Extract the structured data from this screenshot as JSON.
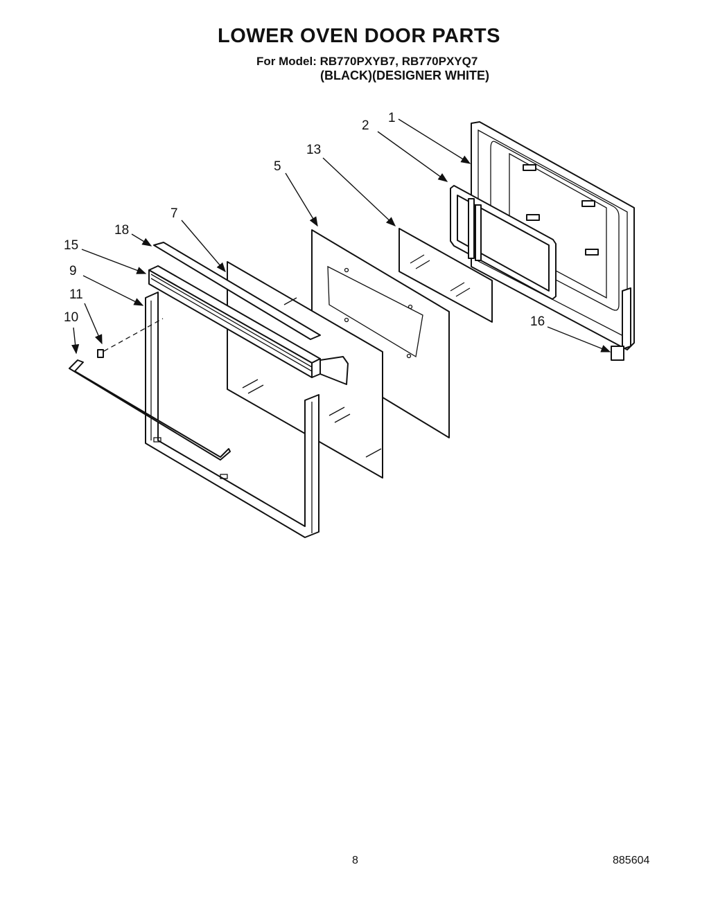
{
  "header": {
    "title": "LOWER OVEN DOOR PARTS",
    "model_line": "For Model: RB770PXYB7, RB770PXYQ7",
    "variants": "(BLACK)(DESIGNER WHITE)"
  },
  "callouts": {
    "c1": "1",
    "c2": "2",
    "c13": "13",
    "c5": "5",
    "c7": "7",
    "c18": "18",
    "c15": "15",
    "c9": "9",
    "c11": "11",
    "c10": "10",
    "c16": "16"
  },
  "footer": {
    "page": "8",
    "doc_number": "885604"
  }
}
